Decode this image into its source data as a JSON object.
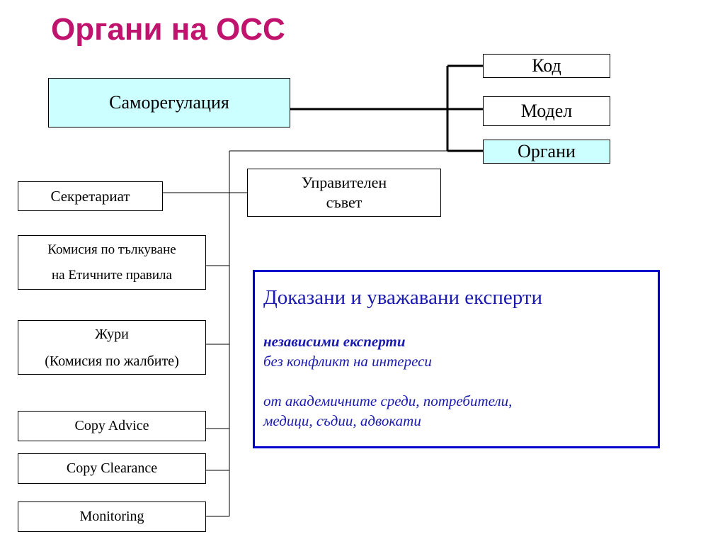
{
  "title": "Органи на ОСС",
  "nodes": {
    "self_regulation": "Саморегулация",
    "code": "Код",
    "model": "Модел",
    "bodies": "Органи",
    "management_board": [
      "Управителен",
      "съвет"
    ],
    "secretariat": "Секретариат",
    "interpretation_commission": [
      "Комисия по тълкуване",
      "на Етичните правила"
    ],
    "jury": [
      "Жури",
      "(Комисия по жалбите)"
    ],
    "copy_advice": "Copy Advice",
    "copy_clearance": "Copy Clearance",
    "monitoring": "Monitoring"
  },
  "experts": {
    "heading": "Доказани и уважавани експерти",
    "independent": "независими експерти",
    "no_conflict": "без конфликт на интереси",
    "from_line1": "от академичните среди, потребители,",
    "from_line2": "медици, съдии, адвокати"
  },
  "colors": {
    "title": "#c0136e",
    "highlight_fill": "#ccffff",
    "experts_border": "#0000cc",
    "experts_text": "#1a1ab0"
  }
}
